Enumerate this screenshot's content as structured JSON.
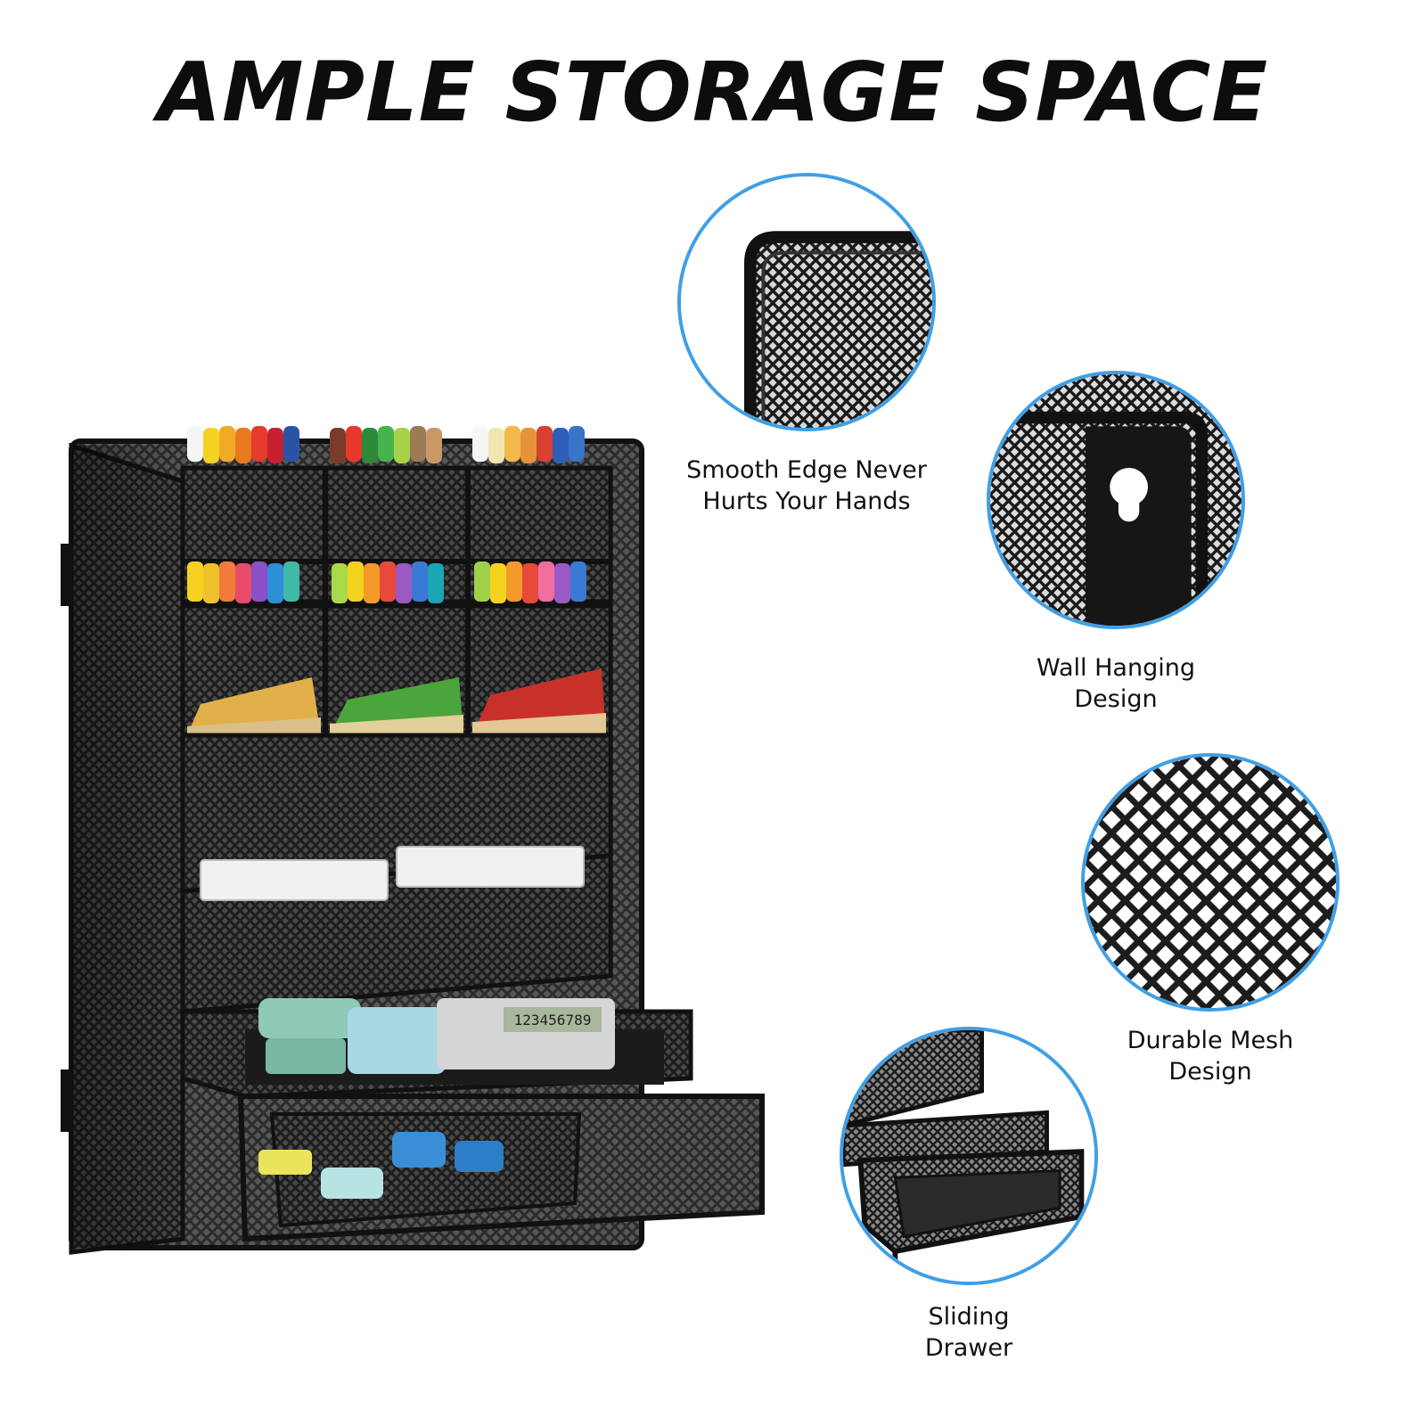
{
  "headline": "AMPLE STORAGE SPACE",
  "accent_color": "#3f9fe6",
  "features": [
    {
      "icon": "smooth-edge-icon",
      "caption_lines": [
        "Smooth Edge Never",
        "Hurts Your Hands"
      ]
    },
    {
      "icon": "wall-hanging-icon",
      "caption_lines": [
        "Wall Hanging",
        "Design"
      ]
    },
    {
      "icon": "mesh-icon",
      "caption_lines": [
        "Durable Mesh",
        "Design"
      ]
    },
    {
      "icon": "drawer-icon",
      "caption_lines": [
        "Sliding",
        "Drawer"
      ]
    }
  ],
  "product_image": {
    "icon": "mesh-desk-organizer-icon",
    "calculator_display": "123456789"
  }
}
